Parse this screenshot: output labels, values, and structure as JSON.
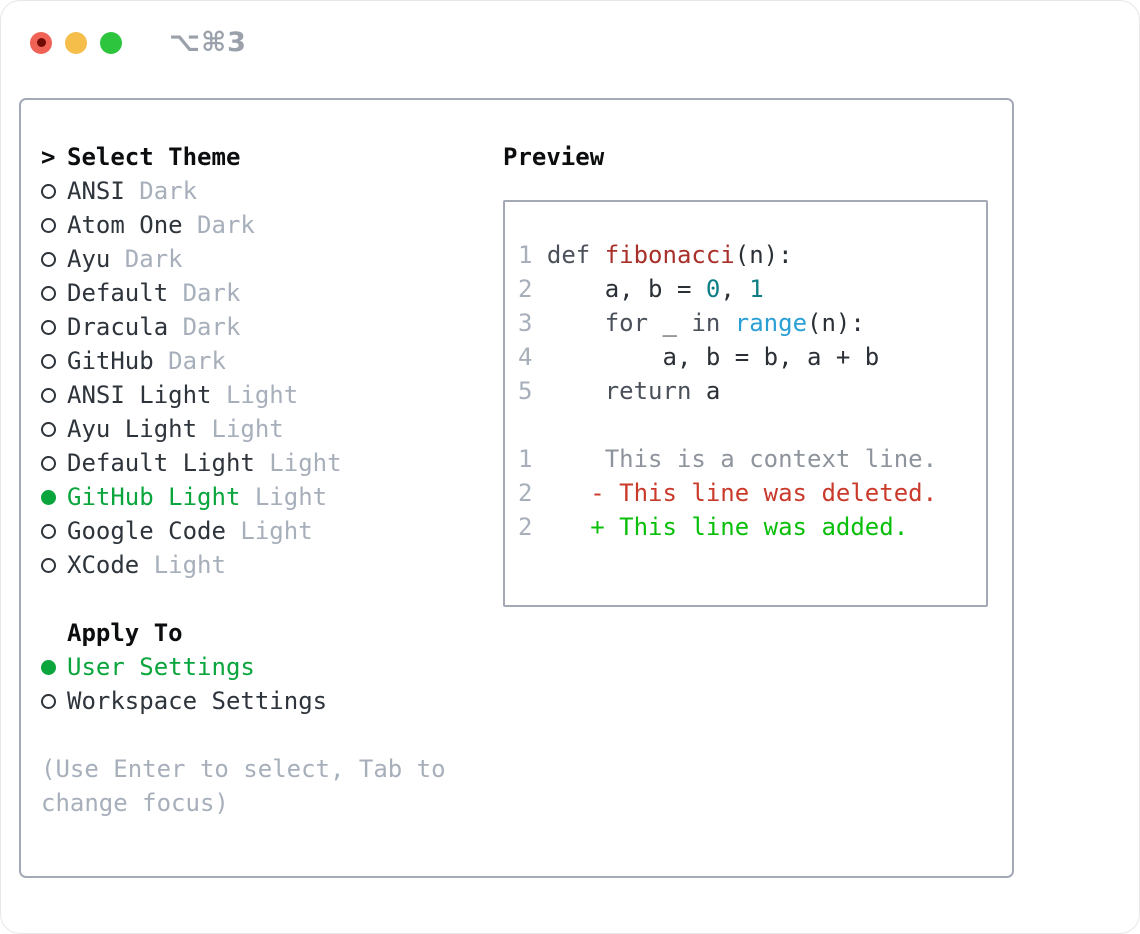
{
  "titlebar": {
    "shortcut": "⌥⌘3"
  },
  "theme_panel": {
    "header_marker": ">",
    "header": "Select Theme",
    "items": [
      {
        "label": "ANSI",
        "variant": "Dark",
        "selected": false
      },
      {
        "label": "Atom One",
        "variant": "Dark",
        "selected": false
      },
      {
        "label": "Ayu",
        "variant": "Dark",
        "selected": false
      },
      {
        "label": "Default",
        "variant": "Dark",
        "selected": false
      },
      {
        "label": "Dracula",
        "variant": "Dark",
        "selected": false
      },
      {
        "label": "GitHub",
        "variant": "Dark",
        "selected": false
      },
      {
        "label": "ANSI Light",
        "variant": "Light",
        "selected": false
      },
      {
        "label": "Ayu Light",
        "variant": "Light",
        "selected": false
      },
      {
        "label": "Default Light",
        "variant": "Light",
        "selected": false
      },
      {
        "label": "GitHub Light",
        "variant": "Light",
        "selected": true
      },
      {
        "label": "Google Code",
        "variant": "Light",
        "selected": false
      },
      {
        "label": "XCode",
        "variant": "Light",
        "selected": false
      }
    ],
    "apply_to": {
      "header": "Apply To",
      "options": [
        {
          "label": "User Settings",
          "selected": true
        },
        {
          "label": "Workspace Settings",
          "selected": false
        }
      ]
    },
    "help": "(Use Enter to select, Tab to change focus)"
  },
  "preview": {
    "header": "Preview",
    "lines": [
      {
        "no": "1",
        "segments": [
          {
            "text": "def ",
            "style": "kw"
          },
          {
            "text": "fibonacci",
            "style": "fn"
          },
          {
            "text": "(n):",
            "style": "pl"
          }
        ]
      },
      {
        "no": "2",
        "segments": [
          {
            "text": "    ",
            "style": "pl"
          },
          {
            "text": "a, b = ",
            "style": "pl"
          },
          {
            "text": "0",
            "style": "num"
          },
          {
            "text": ", ",
            "style": "pl"
          },
          {
            "text": "1",
            "style": "num"
          }
        ]
      },
      {
        "no": "3",
        "segments": [
          {
            "text": "    ",
            "style": "pl"
          },
          {
            "text": "for",
            "style": "kw"
          },
          {
            "text": " _ ",
            "style": "pl"
          },
          {
            "text": "in",
            "style": "kw"
          },
          {
            "text": " ",
            "style": "pl"
          },
          {
            "text": "range",
            "style": "bi"
          },
          {
            "text": "(n):",
            "style": "pl"
          }
        ]
      },
      {
        "no": "4",
        "segments": [
          {
            "text": "        a, b = b, a + b",
            "style": "pl"
          }
        ]
      },
      {
        "no": "5",
        "segments": [
          {
            "text": "    ",
            "style": "pl"
          },
          {
            "text": "return",
            "style": "kw"
          },
          {
            "text": " a",
            "style": "pl"
          }
        ]
      },
      {
        "no": "",
        "segments": []
      },
      {
        "no": "1",
        "segments": [
          {
            "text": "    This is a context line.",
            "style": "ctx"
          }
        ]
      },
      {
        "no": "2",
        "segments": [
          {
            "text": "   - This line was deleted.",
            "style": "del"
          }
        ]
      },
      {
        "no": "2",
        "segments": [
          {
            "text": "   + This line was added.",
            "style": "add"
          }
        ]
      }
    ]
  },
  "colors": {
    "accent_green": "#0aa53c",
    "added_green": "#0abf0b",
    "deleted_red": "#c93a2b",
    "context_gray": "#8e949c",
    "function_red": "#a8302a",
    "number_teal": "#0d7e84",
    "builtin_blue": "#2a9fd4",
    "keyword_gray": "#4a515a",
    "code_dark": "#2a3036",
    "item_dark": "#2e343b",
    "muted_gray": "#a7afbb",
    "panel_border": "#a3aab6",
    "traffic_red": "#f06156",
    "traffic_red_dot": "#710c04",
    "traffic_yellow": "#f5bd4a",
    "traffic_green": "#2ec53e",
    "shortcut_gray": "#9aa1aa"
  }
}
